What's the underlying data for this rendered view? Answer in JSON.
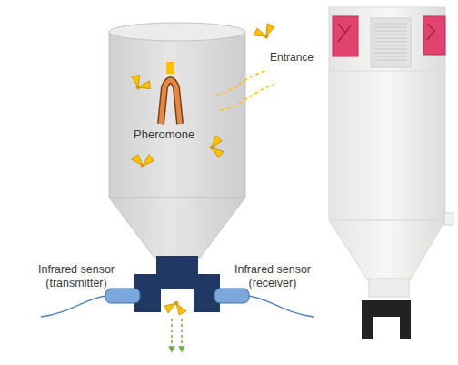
{
  "diagram": {
    "labels": [
      "Entrance",
      "Pheromone",
      "Infrared sensor (transmitter)",
      "Infrared sensor (receiver)"
    ]
  }
}
